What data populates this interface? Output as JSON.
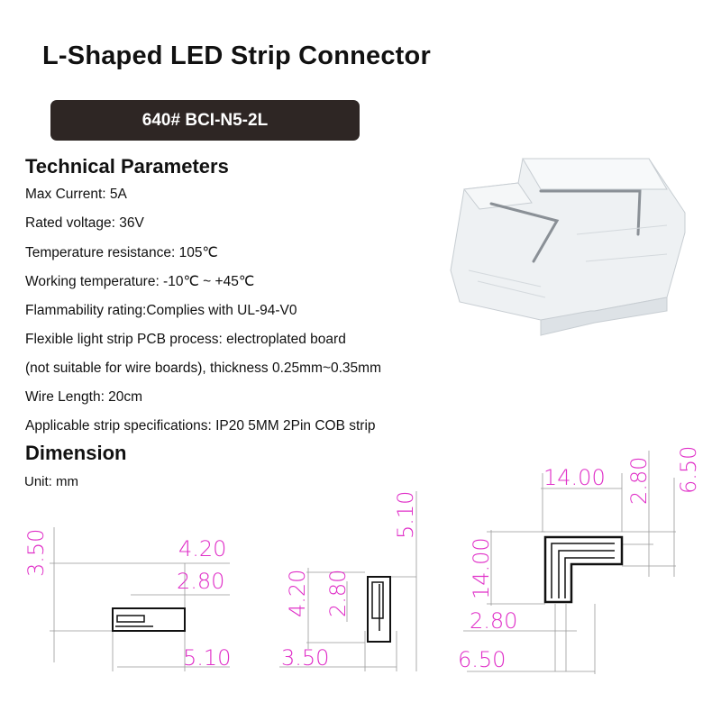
{
  "title": "L-Shaped LED Strip Connector",
  "model": "640# BCI-N5-2L",
  "technical": {
    "heading": "Technical Parameters",
    "params": [
      "Max Current: 5A",
      "Rated voltage: 36V",
      "Temperature resistance: 105℃",
      "Working temperature: -10℃ ~ +45℃",
      "Flammability rating:Complies with UL-94-V0",
      "Flexible light strip PCB process: electroplated board",
      "(not suitable for wire boards), thickness 0.25mm~0.35mm",
      "Wire Length: 20cm",
      "Applicable strip specifications: IP20 5MM  2Pin COB strip"
    ]
  },
  "dimension": {
    "heading": "Dimension",
    "unit": "Unit: mm",
    "labels": {
      "side_height": "3.50",
      "side_top": "4.20",
      "side_mid": "2.80",
      "side_bottom": "5.10",
      "end_top": "5.10",
      "end_left1": "4.20",
      "end_left2": "2.80",
      "end_bottom": "3.50",
      "top_width": "14.00",
      "top_right1": "2.80",
      "top_right2": "6.50",
      "top_left": "14.00",
      "top_bottom1": "2.80",
      "top_bottom2": "6.50"
    },
    "dim_color": "#e030c8"
  }
}
